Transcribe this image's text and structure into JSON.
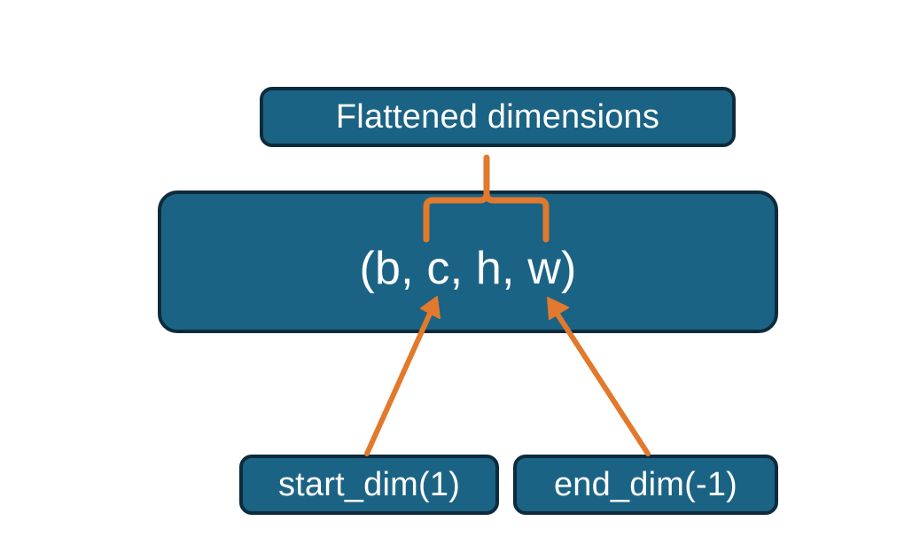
{
  "diagram": {
    "title": "Flatten operation dimension diagram",
    "colors": {
      "box_fill": "#1b6384",
      "box_border": "#0d2b3c",
      "box_text": "#ffffff",
      "annotation": "#e2792c",
      "background": "#ffffff"
    },
    "nodes": {
      "flattened": {
        "label": "Flattened dimensions"
      },
      "shape": {
        "label": "(b, c, h, w)"
      },
      "start_dim": {
        "label": "start_dim(1)"
      },
      "end_dim": {
        "label": "end_dim(-1)"
      }
    },
    "annotations": {
      "brace": {
        "name": "flattened-dims-brace",
        "spans": "c, h, w"
      },
      "arrow_start": {
        "name": "start-dim-arrow",
        "from": "start_dim(1)",
        "to": "c"
      },
      "arrow_end": {
        "name": "end-dim-arrow",
        "from": "end_dim(-1)",
        "to": "w"
      }
    }
  }
}
